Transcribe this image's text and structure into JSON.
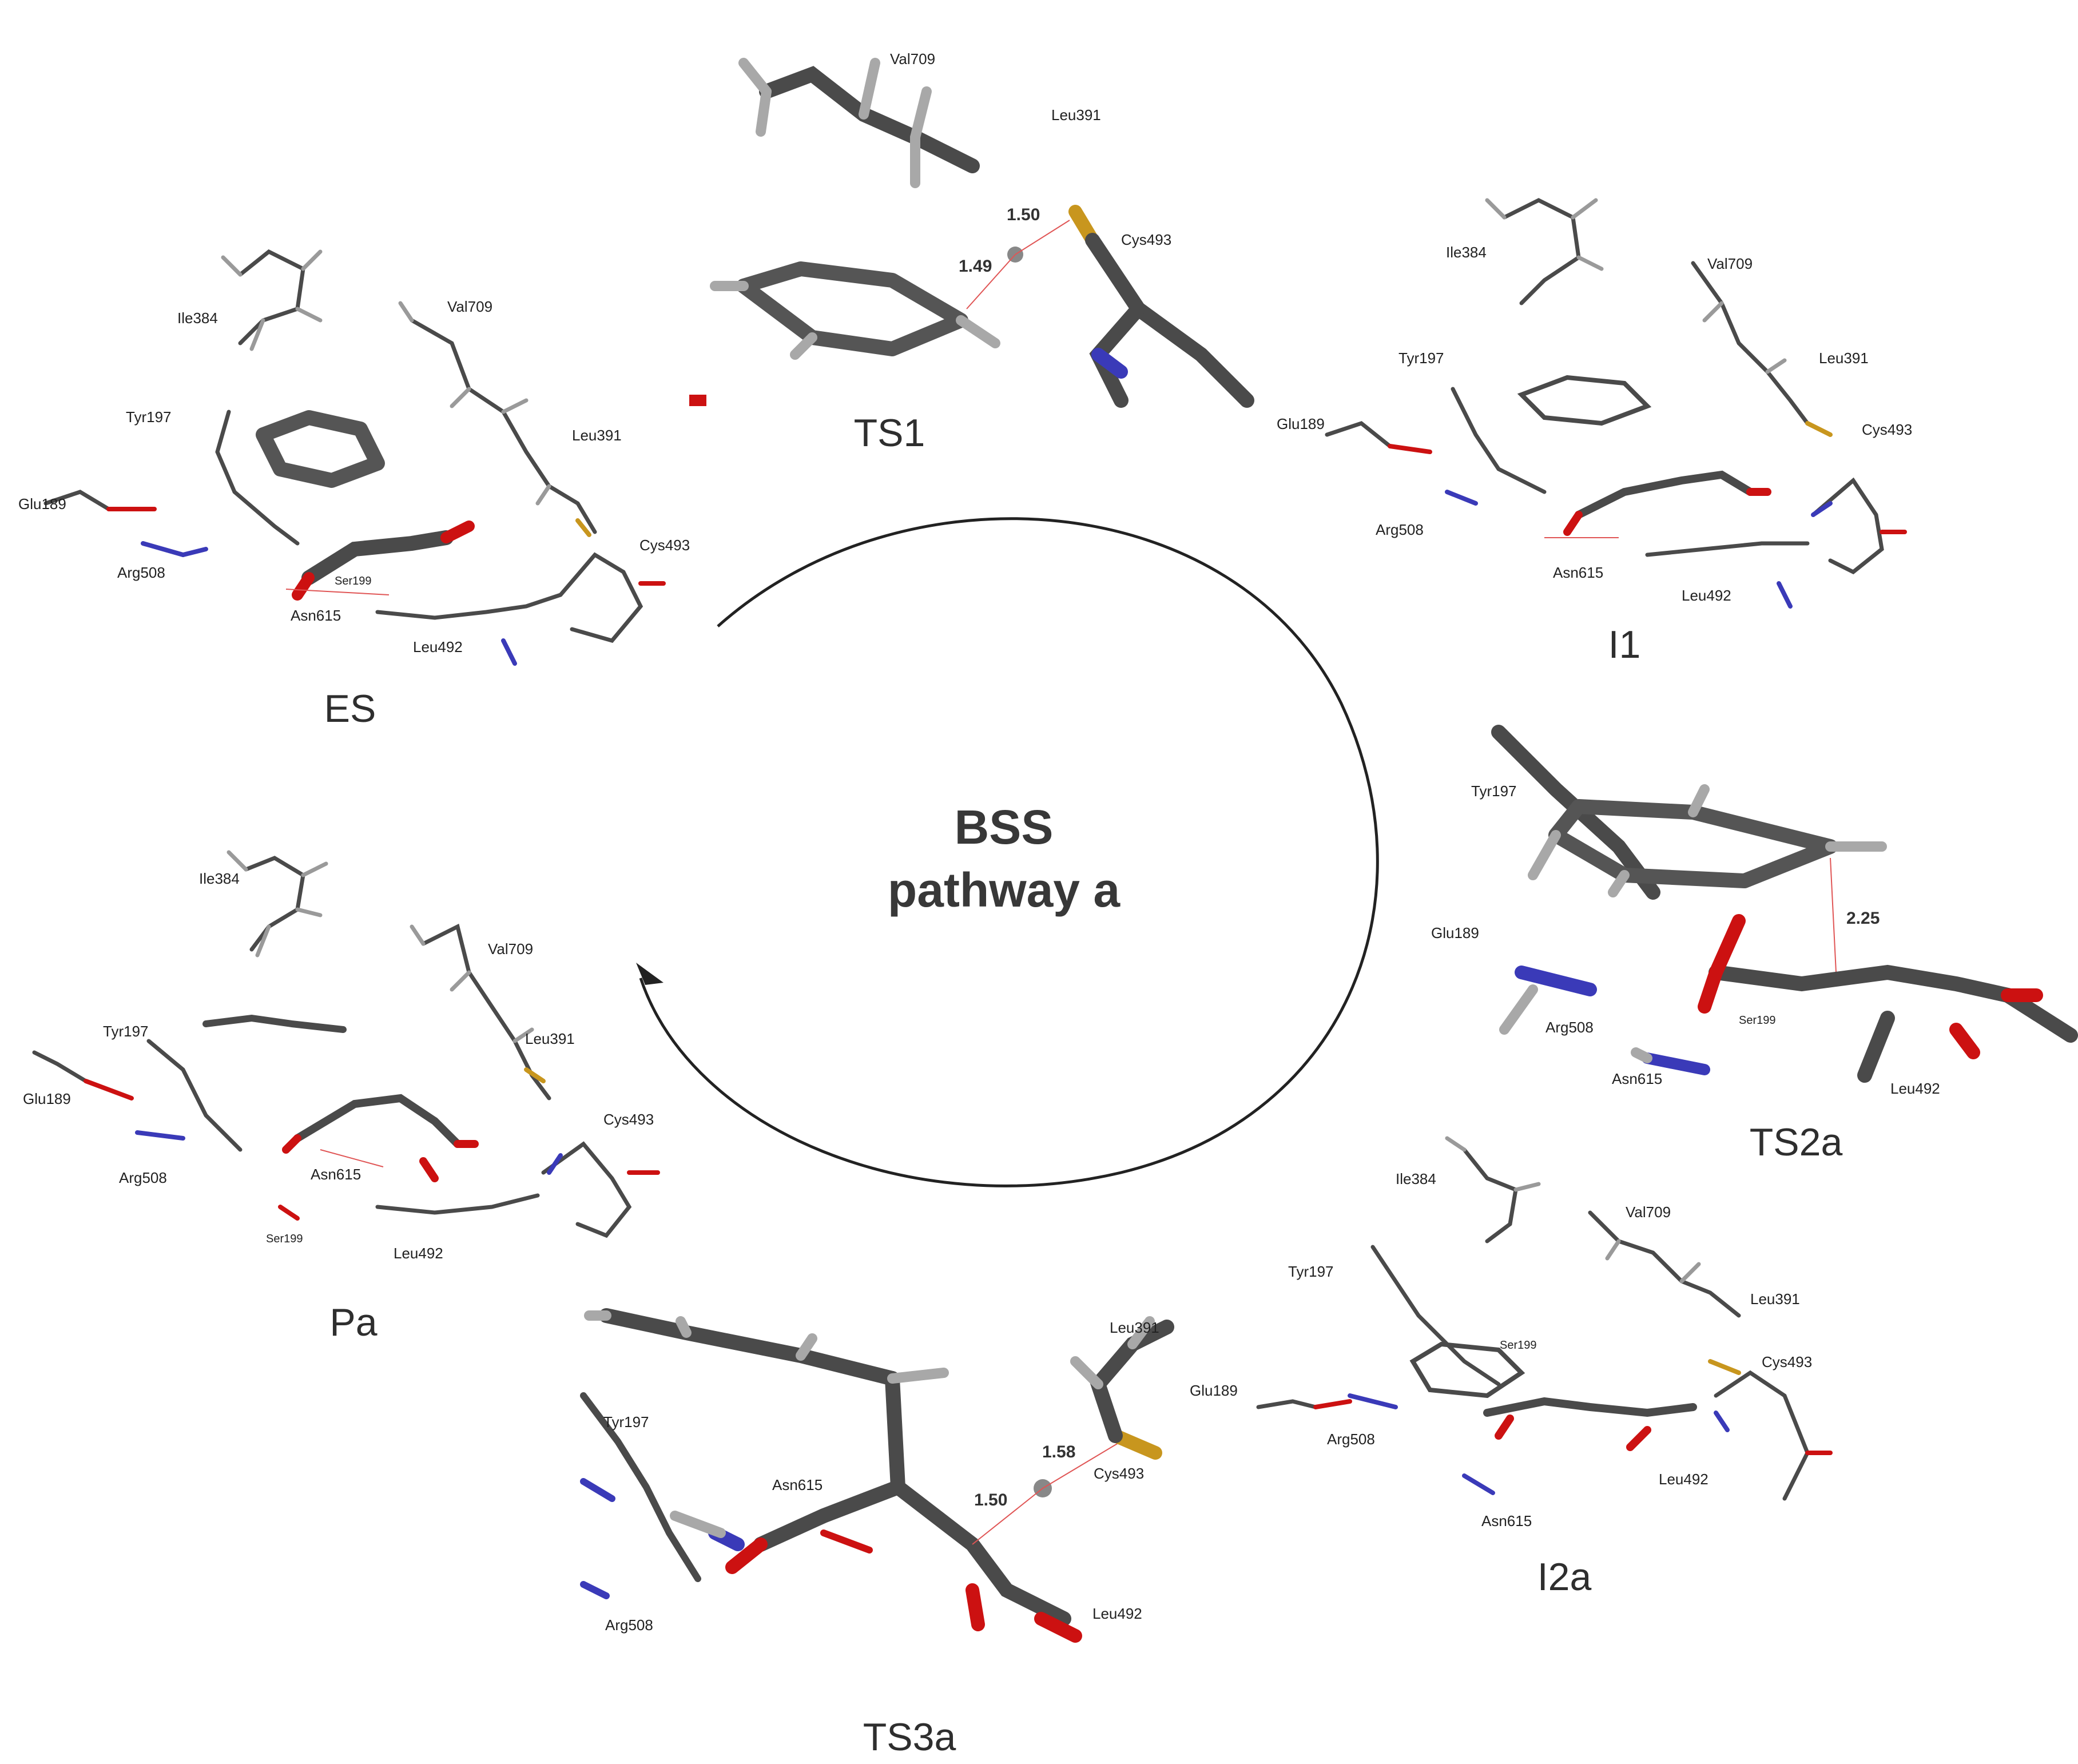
{
  "center": {
    "line1": "BSS",
    "line2": "pathway a"
  },
  "states": {
    "ES": {
      "label": "ES",
      "residues": [
        "Ile384",
        "Val709",
        "Tyr197",
        "Leu391",
        "Glu189",
        "Cys493",
        "Arg508",
        "Ser199",
        "Asn615",
        "Leu492"
      ]
    },
    "TS1": {
      "label": "TS1",
      "residues": [
        "Val709",
        "Leu391",
        "Cys493"
      ],
      "distances": [
        "1.50",
        "1.49"
      ]
    },
    "I1": {
      "label": "I1",
      "residues": [
        "Ile384",
        "Val709",
        "Tyr197",
        "Leu391",
        "Glu189",
        "Cys493",
        "Arg508",
        "Asn615",
        "Leu492"
      ]
    },
    "TS2a": {
      "label": "TS2a",
      "residues": [
        "Tyr197",
        "Glu189",
        "Arg508",
        "Ser199",
        "Asn615",
        "Leu492"
      ],
      "distances": [
        "2.25"
      ]
    },
    "I2a": {
      "label": "I2a",
      "residues": [
        "Ile384",
        "Val709",
        "Tyr197",
        "Leu391",
        "Ser199",
        "Cys493",
        "Glu189",
        "Arg508",
        "Leu492",
        "Asn615"
      ]
    },
    "TS3a": {
      "label": "TS3a",
      "residues": [
        "Leu391",
        "Tyr197",
        "Asn615",
        "Cys493",
        "Arg508",
        "Leu492"
      ],
      "distances": [
        "1.58",
        "1.50"
      ]
    },
    "Pa": {
      "label": "Pa",
      "residues": [
        "Ile384",
        "Val709",
        "Tyr197",
        "Leu391",
        "Glu189",
        "Cys493",
        "Arg508",
        "Asn615",
        "Ser199",
        "Leu492"
      ]
    }
  },
  "colors": {
    "carbon": "#4a4a4a",
    "hydrogen": "#9a9a9a",
    "oxygen": "#cc1111",
    "nitrogen": "#3a3ab8",
    "sulfur": "#c8961e",
    "arrow": "#222222"
  },
  "icons": {
    "cycle_arrow": "clockwise-cycle-arrow-icon"
  }
}
